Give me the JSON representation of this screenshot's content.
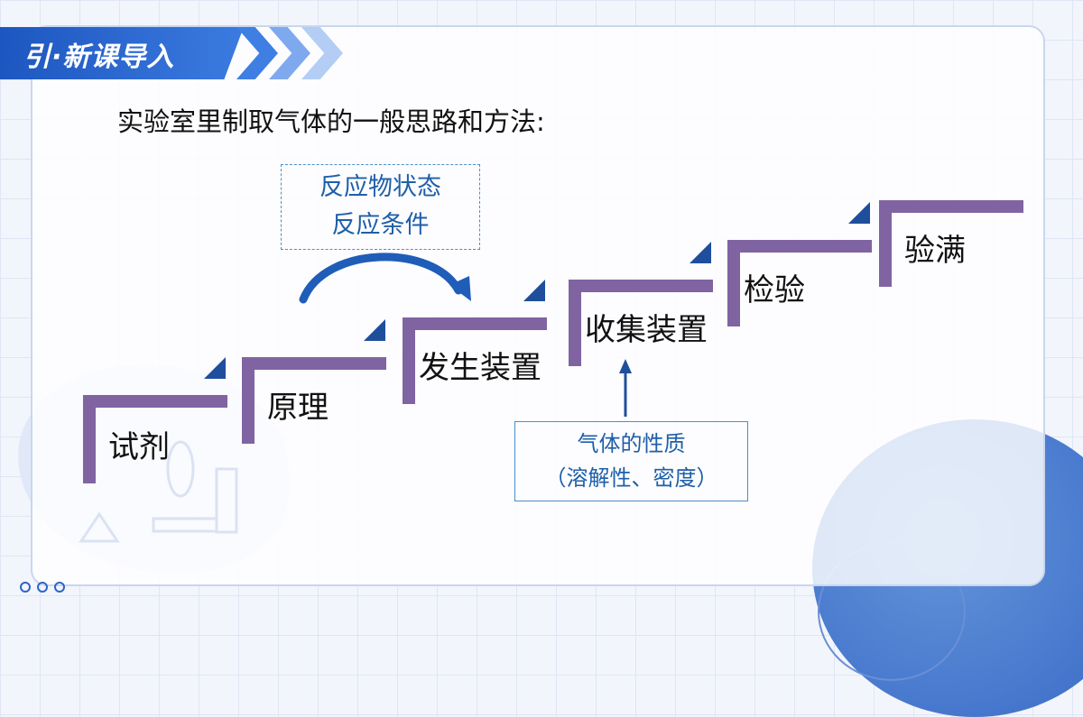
{
  "header": {
    "title": "引·新课导入"
  },
  "subtitle": "实验室里制取气体的一般思路和方法:",
  "steps": [
    {
      "label": "试剂"
    },
    {
      "label": "原理"
    },
    {
      "label": "发生装置"
    },
    {
      "label": "收集装置"
    },
    {
      "label": "检验"
    },
    {
      "label": "验满"
    }
  ],
  "top_box": {
    "line1": "反应物状态",
    "line2": "反应条件"
  },
  "bottom_box": {
    "line1": "气体的性质",
    "line2": "（溶解性、密度）"
  },
  "colors": {
    "stair": "#8064a2",
    "accent": "#1f4e9c",
    "header": "#2a63cc"
  }
}
